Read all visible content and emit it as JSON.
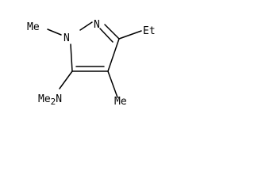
{
  "molecule": {
    "atoms": {
      "n1": "N",
      "n2": "N",
      "n1_methyl": "Me",
      "ethyl": "Et",
      "c4_methyl": "Me",
      "dimethylamino": "Me2N"
    },
    "bond_color": "#000000"
  }
}
